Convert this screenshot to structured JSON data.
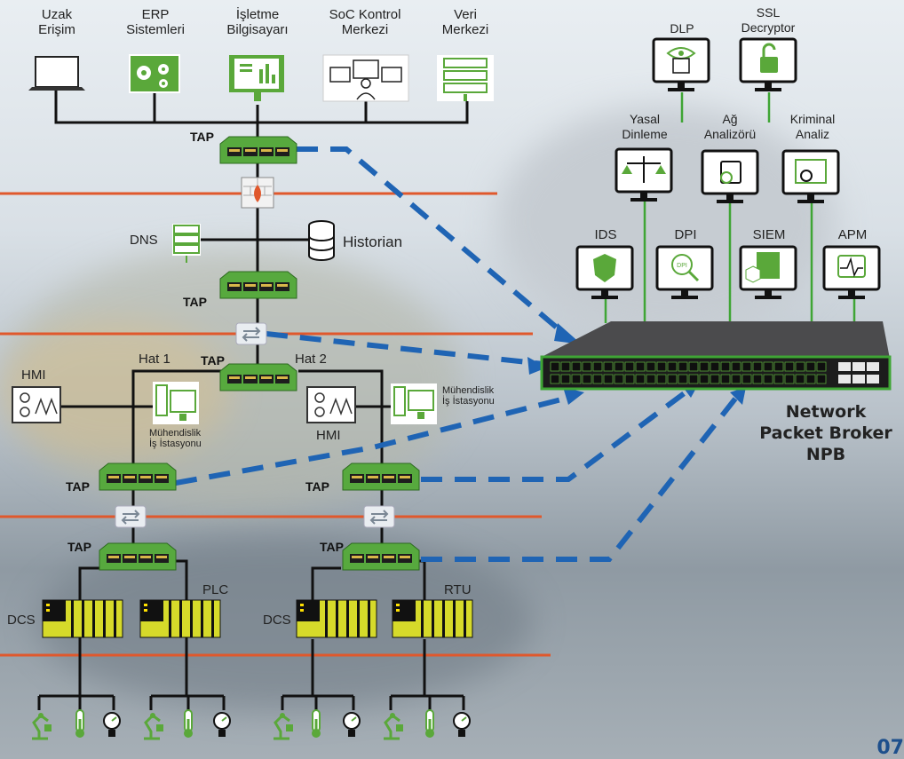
{
  "top_systems": {
    "uzak_erisim": "Uzak\nErişim",
    "erp": "ERP\nSistemleri",
    "isletme": "İşletme\nBilgisayarı",
    "soc": "SoC Kontrol\nMerkezi",
    "veri": "Veri\nMerkezi"
  },
  "tools_top": {
    "dlp": "DLP",
    "ssl": "SSL\nDecryptor"
  },
  "tools_mid": {
    "yasal": "Yasal\nDinleme",
    "ag": "Ağ\nAnalizörü",
    "kriminal": "Kriminal\nAnaliz"
  },
  "tools_low": {
    "ids": "IDS",
    "dpi": "DPI",
    "siem": "SIEM",
    "apm": "APM"
  },
  "tap_label": "TAP",
  "dns": "DNS",
  "historian": "Historian",
  "hat1": "Hat 1",
  "hat2": "Hat 2",
  "hmi_left": "HMI",
  "hmi_mid": "HMI",
  "muh1": "Mühendislik\nİş İstasyonu",
  "muh2": "Mühendislik\nİş İstasyonu",
  "dcs_left": "DCS",
  "plc": "PLC",
  "dcs_right": "DCS",
  "rtu": "RTU",
  "dpi_icon_text": "DPI",
  "npb": "Network\nPacket Broker\nNPB",
  "corner_text": "07",
  "colors": {
    "tap_green": "#4fa33c",
    "screen_green": "#5aa83a",
    "dash_blue": "#1f64b4",
    "zone_red": "#e0582c",
    "npb_border": "#3fa535"
  }
}
